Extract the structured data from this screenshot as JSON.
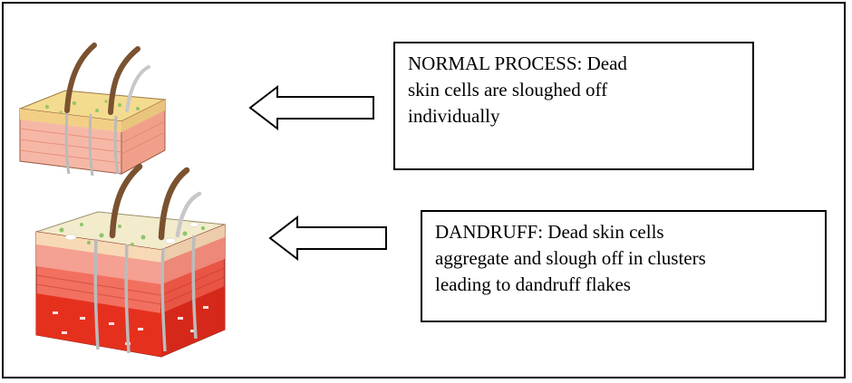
{
  "normal": {
    "lines": [
      "NORMAL PROCESS: Dead",
      "skin cells are sloughed off",
      "individually"
    ]
  },
  "dandruff": {
    "lines": [
      "DANDRUFF: Dead skin cells",
      "aggregate and slough off in clusters",
      "leading to dandruff flakes"
    ]
  },
  "colors": {
    "frame": "#000000",
    "skin_top_normal": "#f3dc8f",
    "skin_top_dandruff": "#f2eccc",
    "dermis_light": "#f6b8a6",
    "dermis_red": "#e8432f",
    "hair_brown": "#7a5230",
    "hair_gray": "#c8c8c8",
    "flake_green": "#8fc46a"
  }
}
